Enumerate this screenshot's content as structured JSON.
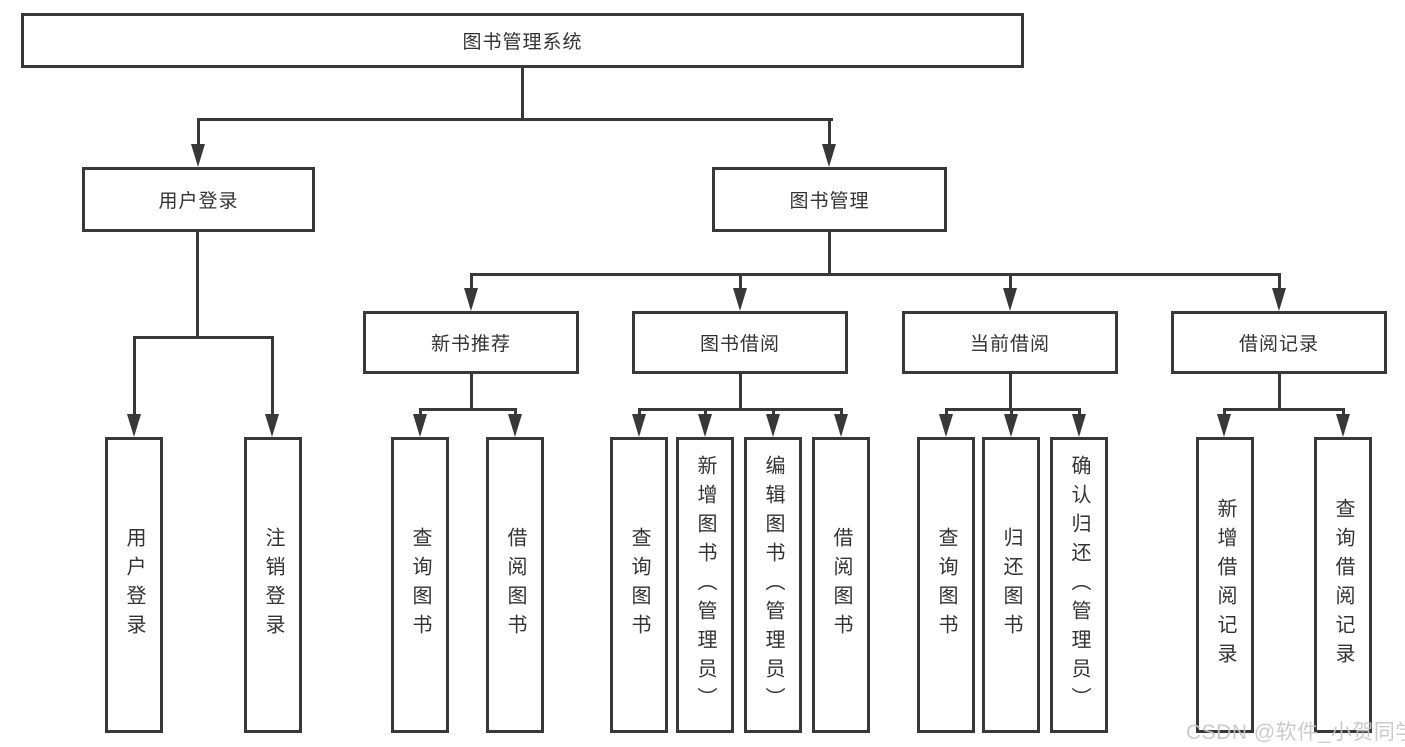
{
  "diagram": {
    "root": {
      "label": "图书管理系统"
    },
    "level2": [
      {
        "label": "用户登录"
      },
      {
        "label": "图书管理"
      }
    ],
    "level3": [
      {
        "label": "新书推荐"
      },
      {
        "label": "图书借阅"
      },
      {
        "label": "当前借阅"
      },
      {
        "label": "借阅记录"
      }
    ],
    "leaves": [
      {
        "label": "用户登录"
      },
      {
        "label": "注销登录"
      },
      {
        "label": "查询图书"
      },
      {
        "label": "借阅图书"
      },
      {
        "label": "查询图书"
      },
      {
        "label": "新增图书（管理员）"
      },
      {
        "label": "编辑图书（管理员）"
      },
      {
        "label": "借阅图书"
      },
      {
        "label": "查询图书"
      },
      {
        "label": "归还图书"
      },
      {
        "label": "确认归还（管理员）"
      },
      {
        "label": "新增借阅记录"
      },
      {
        "label": "查询借阅记录"
      }
    ]
  },
  "watermark": {
    "text": "CSDN @软件_小贺同学"
  },
  "colors": {
    "line": "#383838",
    "text": "#333333",
    "box_background": "#ffffff",
    "watermark": "#c6c6c6"
  }
}
